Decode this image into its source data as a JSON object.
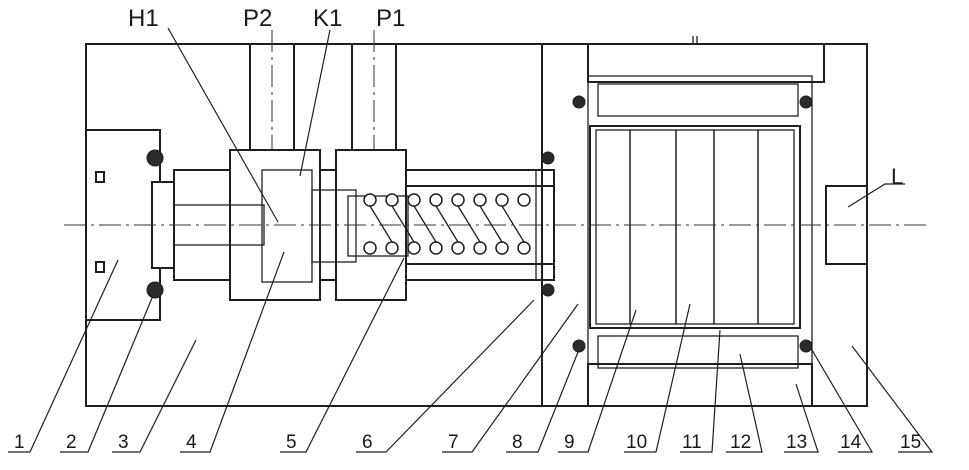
{
  "figure": {
    "top_labels": {
      "h1": "H1",
      "p2": "P2",
      "k1": "K1",
      "p1": "P1"
    },
    "side_label": "L",
    "part_numbers": [
      "1",
      "2",
      "3",
      "4",
      "5",
      "6",
      "7",
      "8",
      "9",
      "10",
      "11",
      "12",
      "13",
      "14",
      "15"
    ],
    "colors": {
      "line": "#1f1f1f",
      "background": "#ffffff"
    }
  }
}
